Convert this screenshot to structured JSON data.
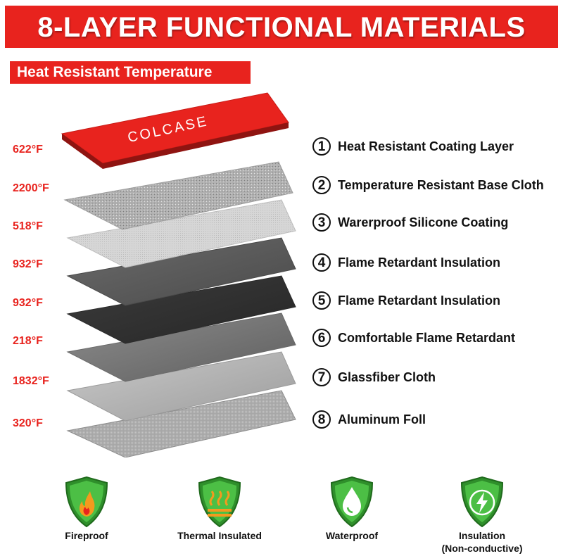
{
  "title": "8-LAYER FUNCTIONAL MATERIALS",
  "subtitle": "Heat Resistant Temperature",
  "brand": "COLCASE",
  "colors": {
    "accent": "#e8231e",
    "shield_green": "#3aa935",
    "shield_orange": "#f39a1e"
  },
  "temperatures": [
    "622°F",
    "2200°F",
    "518°F",
    "932°F",
    "932°F",
    "218°F",
    "1832°F",
    "320°F"
  ],
  "layers": [
    {
      "number": "1",
      "name": "Heat Resistant Coating Layer"
    },
    {
      "number": "2",
      "name": "Temperature Resistant Base Cloth"
    },
    {
      "number": "3",
      "name": "Warerproof Silicone Coating"
    },
    {
      "number": "4",
      "name": "Flame Retardant Insulation"
    },
    {
      "number": "5",
      "name": "Flame Retardant Insulation"
    },
    {
      "number": "6",
      "name": "Comfortable Flame Retardant"
    },
    {
      "number": "7",
      "name": "Glassfiber Cloth"
    },
    {
      "number": "8",
      "name": "Aluminum Foll"
    }
  ],
  "features": [
    {
      "label": "Fireproof",
      "icon": "flame-shield-icon"
    },
    {
      "label": "Thermal Insulated",
      "icon": "heat-waves-shield-icon"
    },
    {
      "label": "Waterproof",
      "icon": "water-drop-shield-icon"
    },
    {
      "label": "Insulation",
      "sublabel": "(Non-conductive)",
      "icon": "lightning-shield-icon"
    }
  ]
}
